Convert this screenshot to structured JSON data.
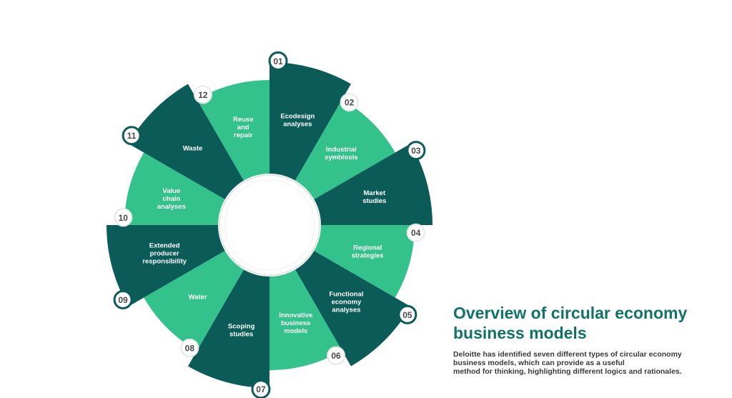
{
  "colors": {
    "dark": "#0b5c58",
    "light": "#33c18c",
    "badge_dark_ring": "#0b5c58",
    "badge_light_ring": "#e8e8e8",
    "title": "#11726a"
  },
  "wheel": {
    "segments": [
      {
        "num": "01",
        "label": [
          "Ecodesign",
          "analyses"
        ],
        "tone": "dark",
        "pop": true
      },
      {
        "num": "02",
        "label": [
          "Industrial",
          "symbiosis"
        ],
        "tone": "light",
        "pop": false
      },
      {
        "num": "03",
        "label": [
          "Market",
          "studies"
        ],
        "tone": "dark",
        "pop": true
      },
      {
        "num": "04",
        "label": [
          "Regional",
          "strategies"
        ],
        "tone": "light",
        "pop": false
      },
      {
        "num": "05",
        "label": [
          "Functional",
          "economy",
          "analyses"
        ],
        "tone": "dark",
        "pop": true
      },
      {
        "num": "06",
        "label": [
          "Innovative",
          "business",
          "models"
        ],
        "tone": "light",
        "pop": false
      },
      {
        "num": "07",
        "label": [
          "Scoping",
          "studies"
        ],
        "tone": "dark",
        "pop": true
      },
      {
        "num": "08",
        "label": [
          "Water"
        ],
        "tone": "light",
        "pop": false
      },
      {
        "num": "09",
        "label": [
          "Extended",
          "producer",
          "responsibility"
        ],
        "tone": "dark",
        "pop": true
      },
      {
        "num": "10",
        "label": [
          "Value",
          "chain",
          "analyses"
        ],
        "tone": "light",
        "pop": false
      },
      {
        "num": "11",
        "label": [
          "Waste"
        ],
        "tone": "dark",
        "pop": true
      },
      {
        "num": "12",
        "label": [
          "Reuse",
          "and",
          "repair"
        ],
        "tone": "light",
        "pop": false
      }
    ]
  },
  "info": {
    "title_lines": [
      "Overview of circular economy",
      "business models"
    ],
    "description_lines": [
      "Deloitte has identified seven different types of circular economy",
      "business models, which can provide as a useful",
      "method for thinking, highlighting different logics and rationales."
    ]
  }
}
